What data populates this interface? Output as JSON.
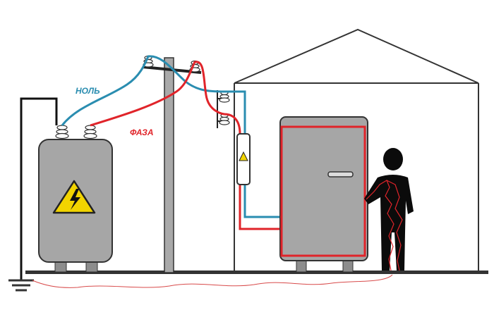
{
  "labels": {
    "neutral": "НОЛЬ",
    "phase": "ФАЗА"
  },
  "colors": {
    "neutral_wire": "#2a8db0",
    "phase_wire": "#e0242a",
    "body_gray": "#a9a9a9",
    "outline": "#2a2a2a",
    "warning_yellow": "#f2d400"
  },
  "icons": {
    "transformer_warning": "high-voltage-icon",
    "meter_warning": "warning-icon",
    "ground": "ground-icon",
    "person": "person-silhouette"
  }
}
